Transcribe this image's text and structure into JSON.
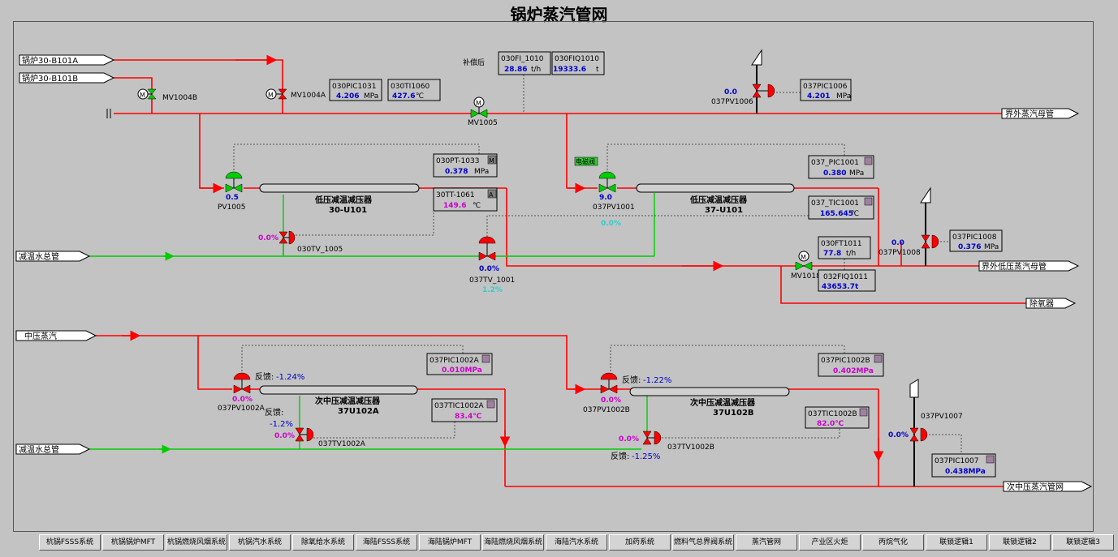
{
  "title": "锅炉蒸汽管网",
  "pipes": {
    "boiler_a": "锅炉30-B101A",
    "boiler_b": "锅炉30-B101B",
    "outer_header": "界外蒸汽母管",
    "outer_low_header": "界外低压蒸汽母管",
    "deaerator": "除氧器",
    "mid_steam": "中压蒸汽",
    "water_1": "减温水总管",
    "water_2": "减温水总管",
    "sub_mid_header": "次中压蒸汽管网"
  },
  "valves": {
    "mv1004b": "MV1004B",
    "mv1004a": "MV1004A",
    "mv1005": "MV1005",
    "pv1005": "PV1005",
    "pv1005_val": "0.5",
    "tv1005": "030TV_1005",
    "tv1005_val": "0.0%",
    "pv1006": "037PV1006",
    "pv1006_val": "0.0",
    "pv1001": "037PV1001",
    "pv1001_val": "9.0",
    "pv1001_pct": "0.0%",
    "tv1001": "037TV_1001",
    "tv1001_val": "0.0%",
    "tv1001_pct": "1.2%",
    "mv1018": "MV1018",
    "pv1008": "037PV1008",
    "pv1008_val": "0.0",
    "pv1002a": "037PV1002A",
    "pv1002a_val": "0.0%",
    "tv1002a": "037TV1002A",
    "tv1002a_val": "0.0%",
    "pv1002b": "037PV1002B",
    "pv1002b_val": "0.0%",
    "tv1002b": "037TV1002B",
    "tv1002b_val": "0.0%",
    "pv1007": "037PV1007",
    "pv1007_val": "0.0%",
    "dianci": "电磁阀"
  },
  "instruments": {
    "pic1031": {
      "tag": "030PIC1031",
      "value": "4.206",
      "unit": "MPa"
    },
    "ti1060": {
      "tag": "030TI1060",
      "value": "427.6",
      "unit": "℃"
    },
    "fi1010": {
      "tag": "030FI_1010",
      "value": "28.86",
      "unit": "t/h"
    },
    "fiq1010": {
      "tag": "030FIQ1010",
      "value": "19333.6",
      "unit": "t"
    },
    "pic1006": {
      "tag": "037PIC1006",
      "value": "4.201",
      "unit": "MPa"
    },
    "pt1033": {
      "tag": "030PT-1033",
      "value": "0.378",
      "unit": "MPa",
      "mode": "M"
    },
    "tt1061": {
      "tag": "30TT-1061",
      "value": "149.6",
      "unit": "℃",
      "mode": "A"
    },
    "pic1001": {
      "tag": "037_PIC1001",
      "value": "0.380",
      "unit": "MPa"
    },
    "tic1001": {
      "tag": "037_TIC1001",
      "value": "165.645",
      "unit": "℃"
    },
    "pic1008": {
      "tag": "037PIC1008",
      "value": "0.376",
      "unit": "MPa"
    },
    "ft1011": {
      "tag": "030FT1011",
      "value": "77.8",
      "unit": "t/h"
    },
    "fiq1011": {
      "tag": "032FIQ1011",
      "value": "43653.7t"
    },
    "pic1002a": {
      "tag": "037PIC1002A",
      "value": "0.010MPa"
    },
    "tic1002a": {
      "tag": "037TIC1002A",
      "value": "83.4℃"
    },
    "pic1002b": {
      "tag": "037PIC1002B",
      "value": "0.402MPa"
    },
    "tic1002b": {
      "tag": "037TIC1002B",
      "value": "82.0℃"
    },
    "pic1007": {
      "tag": "037PIC1007",
      "value": "0.438MPa"
    }
  },
  "labels": {
    "after_comp": "补偿后",
    "u101_name": "低压减温减压器",
    "u101_id": "30-U101",
    "u101b_name": "低压减温减压器",
    "u101b_id": "37-U101",
    "u102a_name": "次中压减温减压器",
    "u102a_id": "37U102A",
    "u102b_name": "次中压减温减压器",
    "u102b_id": "37U102B",
    "fb_label": "反馈:",
    "fb_pv1002a": "-1.24%",
    "fb_tv1002a": "-1.2%",
    "fb_pv1002b": "-1.22%",
    "fb_tv1002b": "-1.25%"
  },
  "nav": [
    "杭锅FSSS系统",
    "杭锅锅炉MFT",
    "杭锅燃烧风烟系统",
    "杭锅汽水系统",
    "除氧给水系统",
    "海陆FSSS系统",
    "海陆锅炉MFT",
    "海陆燃烧风烟系统",
    "海陆汽水系统",
    "加药系统",
    "燃料气总界阀系统",
    "蒸汽管网",
    "产业区火炬",
    "丙烷气化",
    "联锁逻辑1",
    "联锁逻辑2",
    "联锁逻辑3"
  ],
  "colors": {
    "steam": "#ff0000",
    "water": "#00cc00",
    "signal": "#000000",
    "valve_red": "#ff0000",
    "valve_green": "#00cc00",
    "value_blue": "#0000cc",
    "value_magenta": "#cc00cc"
  }
}
